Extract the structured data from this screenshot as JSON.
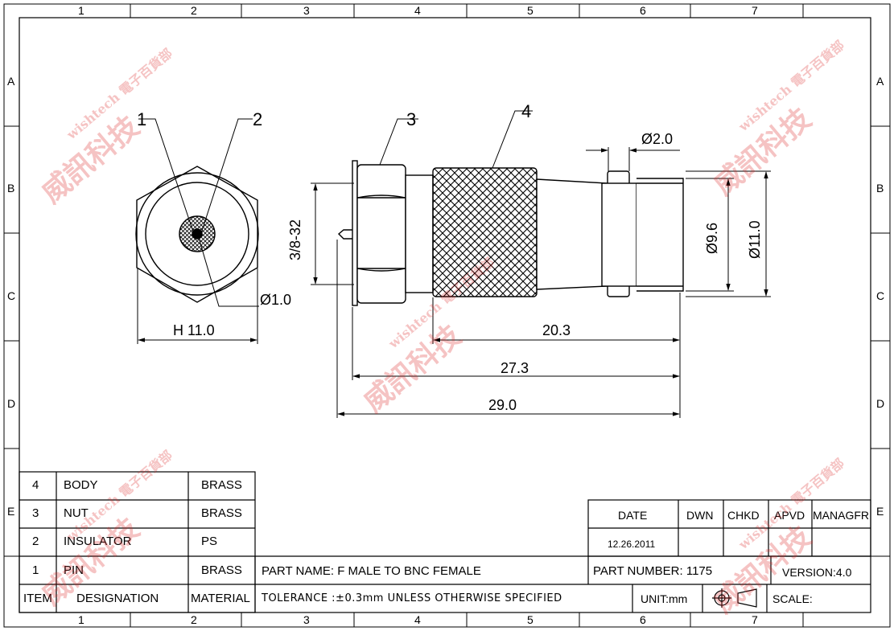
{
  "zones": {
    "columns": [
      "1",
      "2",
      "3",
      "4",
      "5",
      "6",
      "7"
    ],
    "rows": [
      "A",
      "B",
      "C",
      "D",
      "E"
    ]
  },
  "callouts": {
    "c1": "1",
    "c2": "2",
    "c3": "3",
    "c4": "4"
  },
  "dimensions": {
    "hex": "H 11.0",
    "pin_dia": "Ø1.0",
    "thread": "3/8-32",
    "d2": "Ø2.0",
    "d96": "Ø9.6",
    "d110": "Ø11.0",
    "l203": "20.3",
    "l273": "27.3",
    "l290": "29.0"
  },
  "bom": {
    "rows": [
      {
        "item": "4",
        "designation": "BODY",
        "material": "BRASS"
      },
      {
        "item": "3",
        "designation": "NUT",
        "material": "BRASS"
      },
      {
        "item": "2",
        "designation": "INSULATOR",
        "material": "PS"
      },
      {
        "item": "1",
        "designation": "PIN",
        "material": "BRASS"
      }
    ],
    "headers": {
      "item": "ITEM",
      "designation": "DESIGNATION",
      "material": "MATERIAL"
    }
  },
  "title_block": {
    "date_label": "DATE",
    "dwn": "DWN",
    "chkd": "CHKD",
    "apvd": "APVD",
    "managfr": "MANAGFR",
    "date_value": "12.26.2011",
    "part_name": "PART  NAME: F MALE TO BNC FEMALE",
    "part_number": "PART  NUMBER: 1175",
    "version": "VERSION:4.0",
    "tolerance": "TOLERANCE  :±0.3mm  UNLESS  OTHERWISE  SPECIFIED",
    "unit": "UNIT:mm",
    "scale": "SCALE:"
  },
  "watermark": {
    "line1": "威訊科技",
    "line2": "wishtech 電子百貨部"
  }
}
